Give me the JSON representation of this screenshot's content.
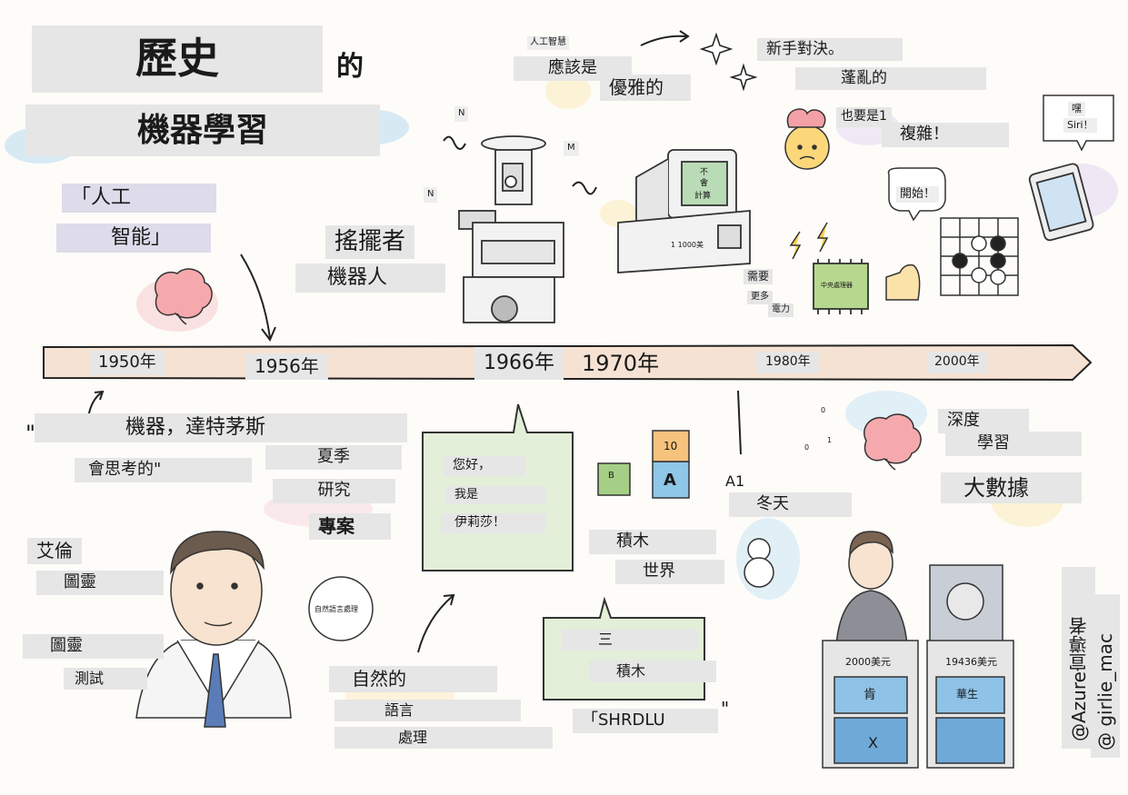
{
  "title": {
    "line1": "歷史",
    "particle": "的",
    "line2": "機器學習"
  },
  "timeline": {
    "years": [
      "1950年",
      "1956年",
      "1966年",
      "1970年",
      "1980年",
      "2000年"
    ]
  },
  "top": {
    "ai_quote_open": "「人工",
    "ai_quote_close": "智能」",
    "shakey_1": "搖擺者",
    "shakey_2": "機器人",
    "ai_small": "人工智慧",
    "should_be": "應該是",
    "elegant": "優雅的",
    "newbie": "新手對決。",
    "messy": "蓬亂的",
    "also_1": "也要是1",
    "complex": "複雜！",
    "hey": "嘿",
    "siri": "Siri！",
    "start": "開始！",
    "computer_screen_1": "不",
    "computer_screen_2": "會",
    "computer_screen_3": "計算",
    "computer_base": "1 1000美",
    "need": "需要",
    "more": "更多",
    "power": "電力",
    "cpu": "中央處理器",
    "letter_n1": "N",
    "letter_m": "M",
    "letter_n2": "N"
  },
  "bottom": {
    "machine_think_1": "機器，達特茅斯",
    "machine_think_2": "會思考的\"",
    "quote_mark": "\"",
    "summer": "夏季",
    "research": "研究",
    "project": "專案",
    "alan": "艾倫",
    "turing": "圖靈",
    "turing_test_1": "圖靈",
    "turing_test_2": "測試",
    "nlp_small": "自然語言處理",
    "natural": "自然的",
    "language": "語言",
    "processing": "處理",
    "hello": "您好，",
    "iam": "我是",
    "eliza": "伊莉莎！",
    "block_b": "B",
    "block_10": "10",
    "block_a": "A",
    "blocks": "積木",
    "world": "世界",
    "three": "三",
    "blocks2": "積木",
    "shrdlu": "「SHRDLU",
    "shrdlu_close": "\"",
    "a1": "A1",
    "winter": "冬天",
    "deep": "深度",
    "learning": "學習",
    "big_data": "大數據",
    "binary_0": "0",
    "binary_1": "1",
    "binary_2": "0",
    "ken_money": "2000美元",
    "ken": "肯",
    "watson_money": "19436美元",
    "watson": "華生",
    "x_mark": "X",
    "credit_1": "@Azure宣導者",
    "credit_2": "@ girlie_mac"
  }
}
